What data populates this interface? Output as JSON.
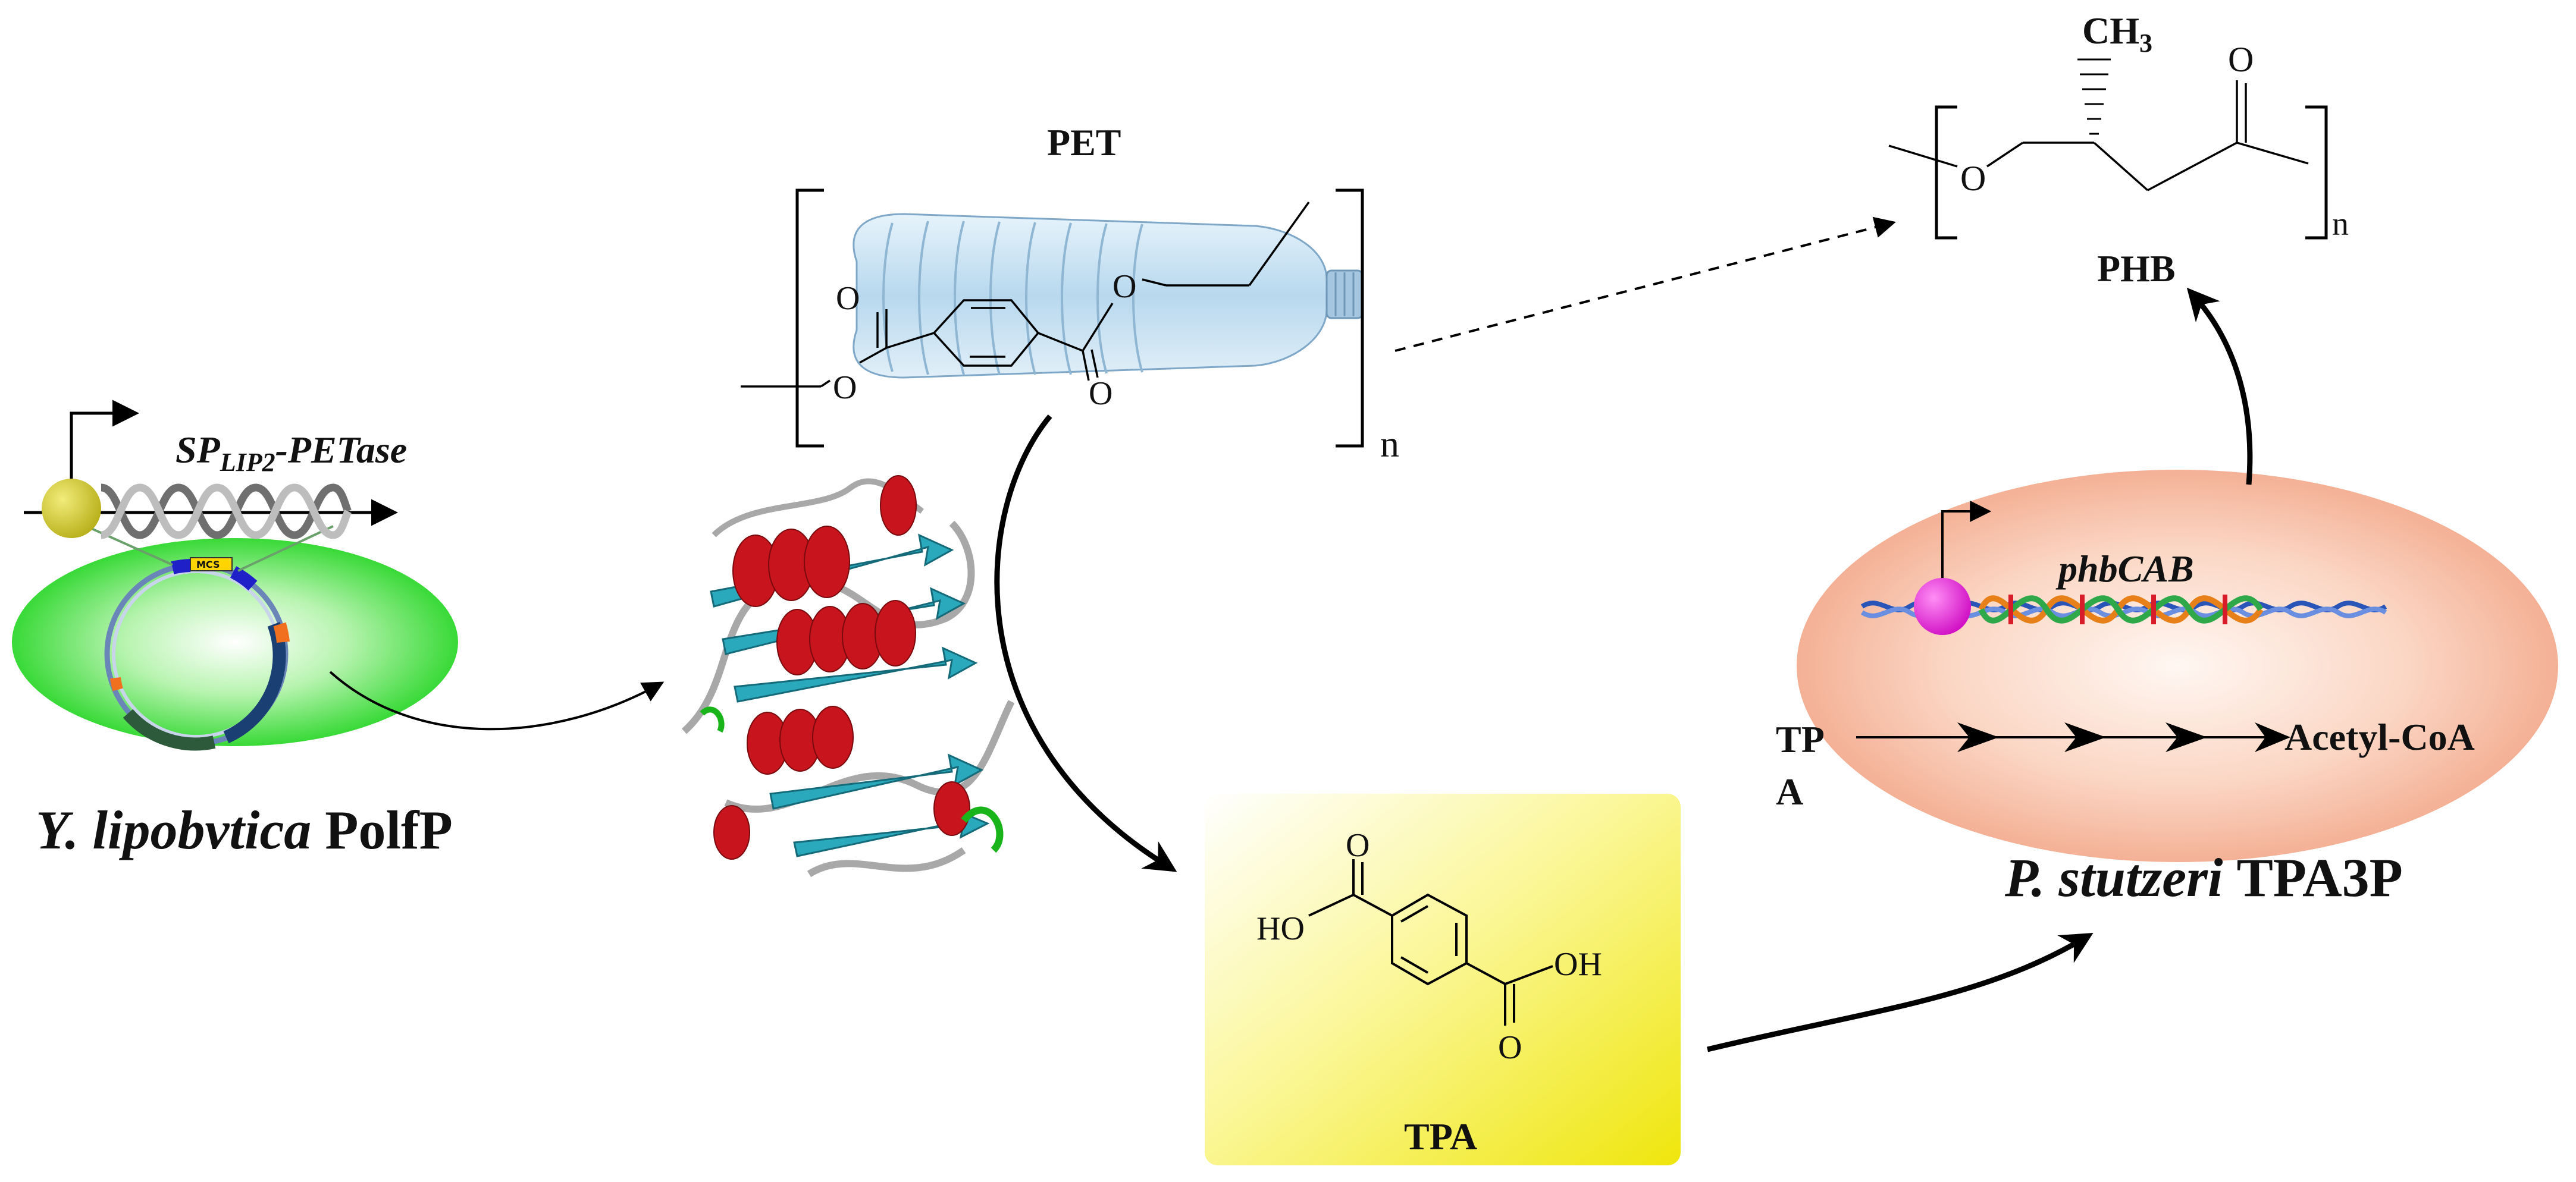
{
  "labels": {
    "pet": "PET",
    "pet_n": "n",
    "pet_o1": "O",
    "pet_o2": "O",
    "pet_o3": "O",
    "pet_o4": "O",
    "phb": "PHB",
    "phb_ch3": "CH",
    "phb_ch3_sub": "3",
    "phb_o_ester": "O",
    "phb_o_carbonyl": "O",
    "phb_n": "n",
    "tpa": "TPA",
    "tpa_ho": "HO",
    "tpa_oh": "OH",
    "tpa_o_top": "O",
    "tpa_o_bottom": "O",
    "sp_prefix": "SP",
    "sp_sub": "LIP2",
    "sp_suffix": "-PETase",
    "mcs": "MCS",
    "y_species": "Y. lipobvtica",
    "y_strain": "PolfP",
    "p_species": "P. stutzeri",
    "p_strain": "TPA3P",
    "phbcab": "phbCAB",
    "tpa_in_cell_1": "TP",
    "tpa_in_cell_2": "A",
    "acetyl_coa": "Acetyl-CoA"
  },
  "colors": {
    "yarrowia_cell": "#22d822",
    "pseudomonas_cell": "#f6b79c",
    "tpa_box": "#f2ec16",
    "promoter_yellow": "#c9c21c",
    "promoter_magenta": "#e21fd6",
    "helix_red": "#c8141c",
    "sheet_cyan": "#2aa9bd",
    "bottle_blue": "#b9d9ef"
  }
}
